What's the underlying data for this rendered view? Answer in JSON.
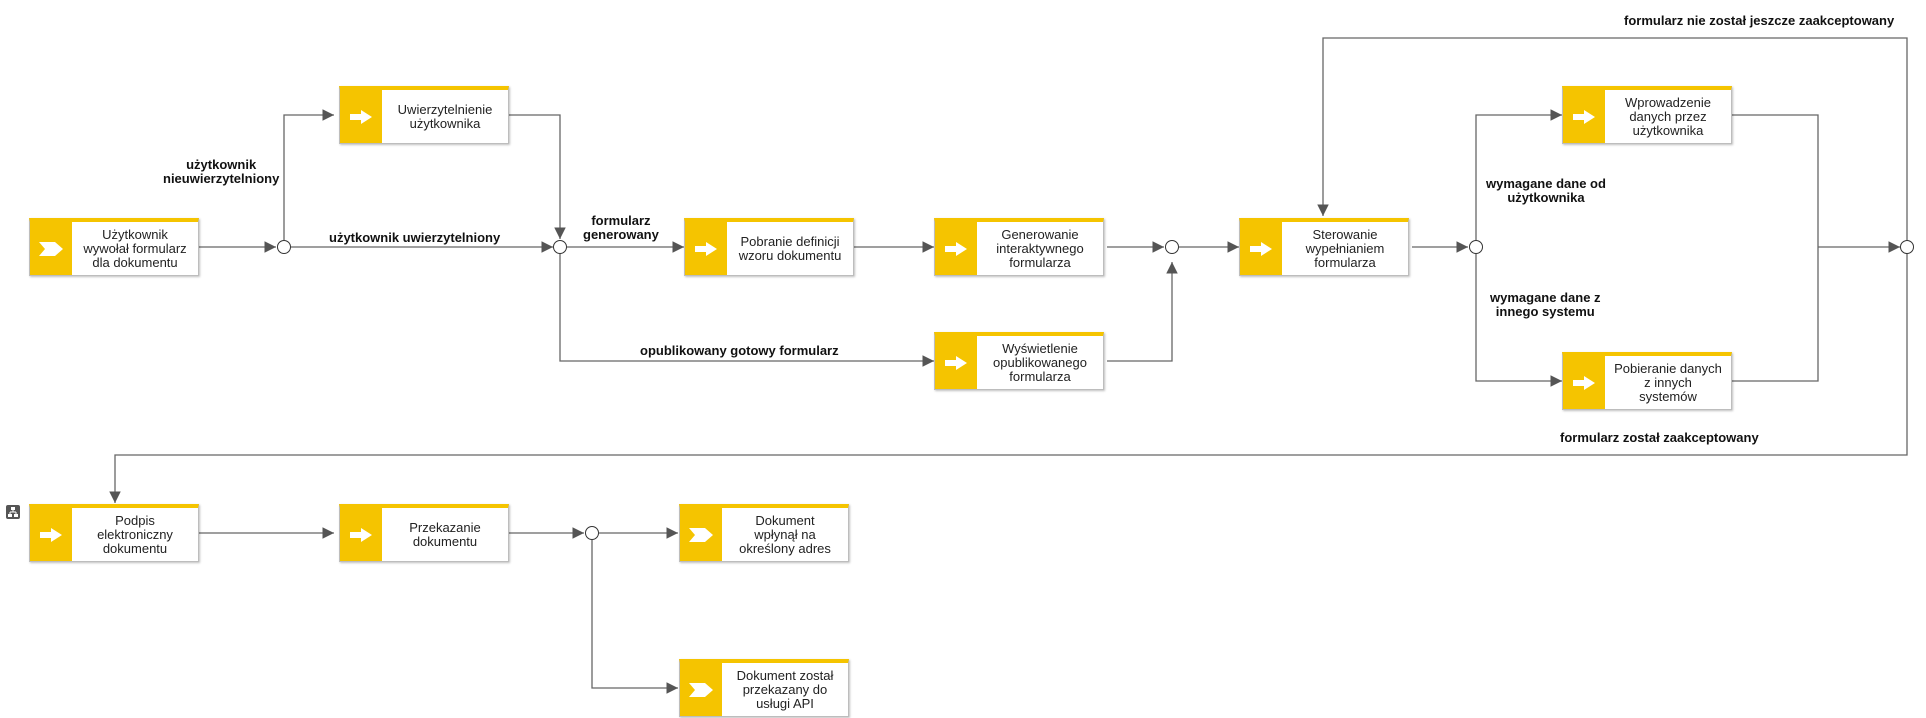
{
  "nodes": [
    {
      "id": "n1",
      "text": "Użytkownik\nwywołał formularz\ndla dokumentu",
      "kind": "event"
    },
    {
      "id": "n2",
      "text": "Uwierzytelnienie\nużytkownika",
      "kind": "task"
    },
    {
      "id": "n3",
      "text": "Pobranie definicji\nwzoru dokumentu",
      "kind": "task"
    },
    {
      "id": "n4",
      "text": "Generowanie\ninteraktywnego\nformularza",
      "kind": "task"
    },
    {
      "id": "n5",
      "text": "Wyświetlenie\nopublikowanego\nformularza",
      "kind": "task"
    },
    {
      "id": "n6",
      "text": "Sterowanie\nwypełnianiem\nformularza",
      "kind": "task"
    },
    {
      "id": "n7",
      "text": "Wprowadzenie\ndanych przez\nużytkownika",
      "kind": "task"
    },
    {
      "id": "n8",
      "text": "Pobieranie danych\nz innych\nsystemów",
      "kind": "task"
    },
    {
      "id": "n9",
      "text": "Podpis\nelektroniczny\ndokumentu",
      "kind": "task"
    },
    {
      "id": "n10",
      "text": "Przekazanie\ndokumentu",
      "kind": "task"
    },
    {
      "id": "n11",
      "text": "Dokument\nwpłynął na\nokreślony adres",
      "kind": "event"
    },
    {
      "id": "n12",
      "text": "Dokument został\nprzekazany do\nusługi API",
      "kind": "event"
    }
  ],
  "gateways": [
    "g1",
    "g2",
    "g3",
    "g4",
    "g5",
    "g6"
  ],
  "edge_labels": {
    "unauth": "użytkownik\nnieuwierzytelniony",
    "auth": "użytkownik uwierzytelniony",
    "generated": "formularz\ngenerowany",
    "published": "opublikowany gotowy formularz",
    "user_data": "wymagane dane od\nużytkownika",
    "system_data": "wymagane dane z\ninnego systemu",
    "not_accepted": "formularz nie został jeszcze zaakceptowany",
    "accepted": "formularz został zaakceptowany"
  },
  "colors": {
    "accent": "#f5c400",
    "line": "#666666",
    "border": "#bdbdbd"
  },
  "icons": {
    "task": "arrow-right-icon",
    "event": "event-chevron-icon",
    "subprocess": "hierarchy-icon"
  }
}
